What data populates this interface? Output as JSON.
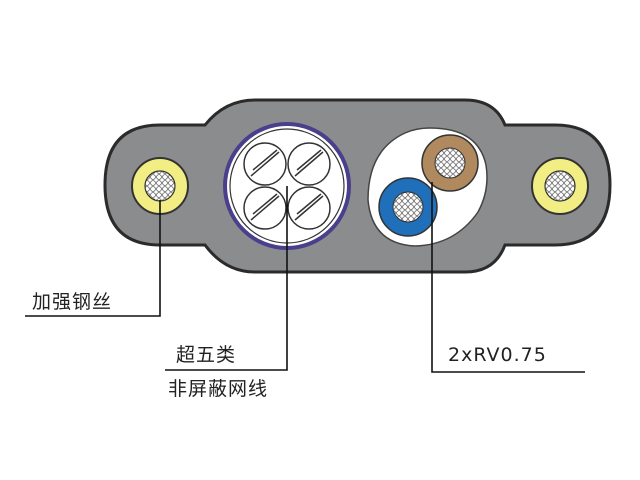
{
  "labels": {
    "steel_wire": "加强钢丝",
    "cat5e_line1": "超五类",
    "cat5e_line2": "非屏蔽网线",
    "power_cores": "2xRV0.75"
  },
  "colors": {
    "jacket": "#8a8c8e",
    "jacket_outline": "#2b2b2b",
    "steel_wire_sheath": "#f2ee84",
    "cat5e_sheath_ring": "#4a3f8c",
    "power_core_brown": "#b08a5e",
    "power_core_blue": "#1f6fba",
    "text": "#222222"
  },
  "icons": [
    "steel-wire-icon",
    "twisted-pair-icon",
    "power-core-icon"
  ]
}
